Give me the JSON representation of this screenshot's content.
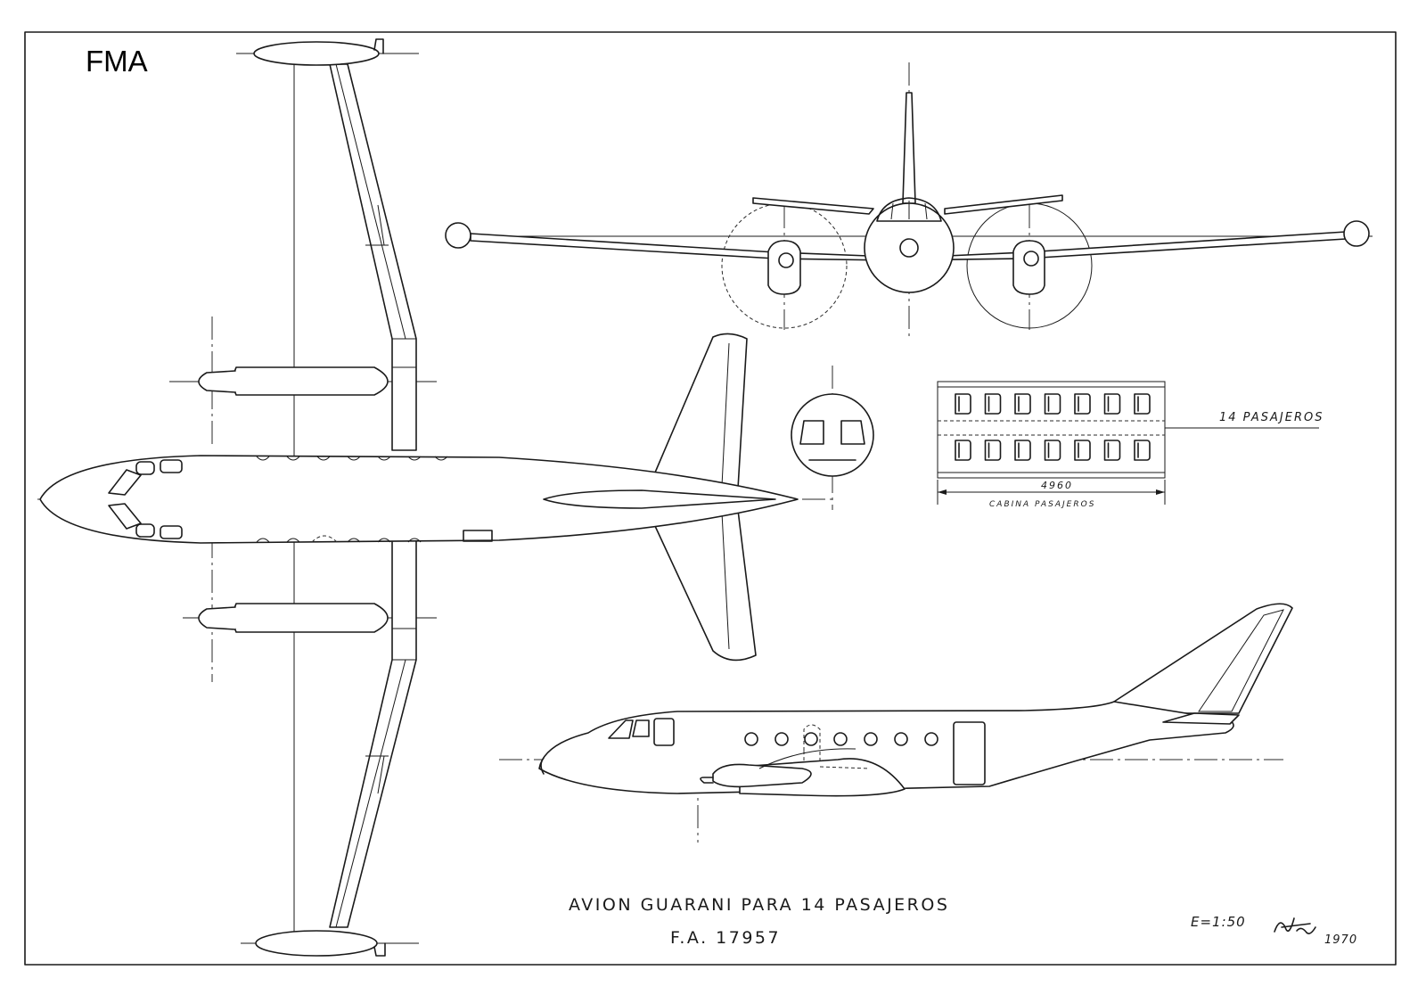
{
  "drawing": {
    "brand": "FMA",
    "title_line1": "AVION GUARANI PARA 14 PASAJEROS",
    "title_line2": "F.A. 17957",
    "scale": "E=1:50",
    "signature_year": "1970"
  },
  "cabin_layout": {
    "passengers_label": "14 PASAJEROS",
    "length_value": "4960",
    "length_label": "CABINA PASAJEROS",
    "seats_per_row": 7,
    "rows": 2
  },
  "colors": {
    "ink": "#1a1a1a",
    "paper": "#ffffff"
  }
}
